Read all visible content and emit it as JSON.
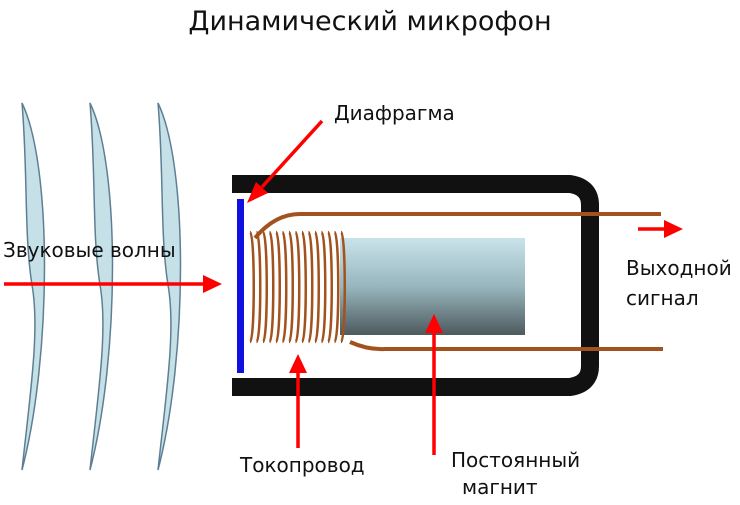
{
  "title": "Динамический микрофон",
  "labels": {
    "diaphragm": "Диафрагма",
    "sound_waves": "Звуковые волны",
    "output_line1": "Выходной",
    "output_line2": "сигнал",
    "coil": "Токопровод",
    "magnet_line1": "Постоянный",
    "magnet_line2": "магнит"
  },
  "colors": {
    "wave_fill": "#c5e0e6",
    "wave_stroke": "#5e7f93",
    "housing": "#111111",
    "diaphragm": "#1010e0",
    "coil": "#a2521c",
    "magnet_light": "#c9e3ea",
    "magnet_dark": "#4d5a5e",
    "arrow": "#ff0000"
  }
}
